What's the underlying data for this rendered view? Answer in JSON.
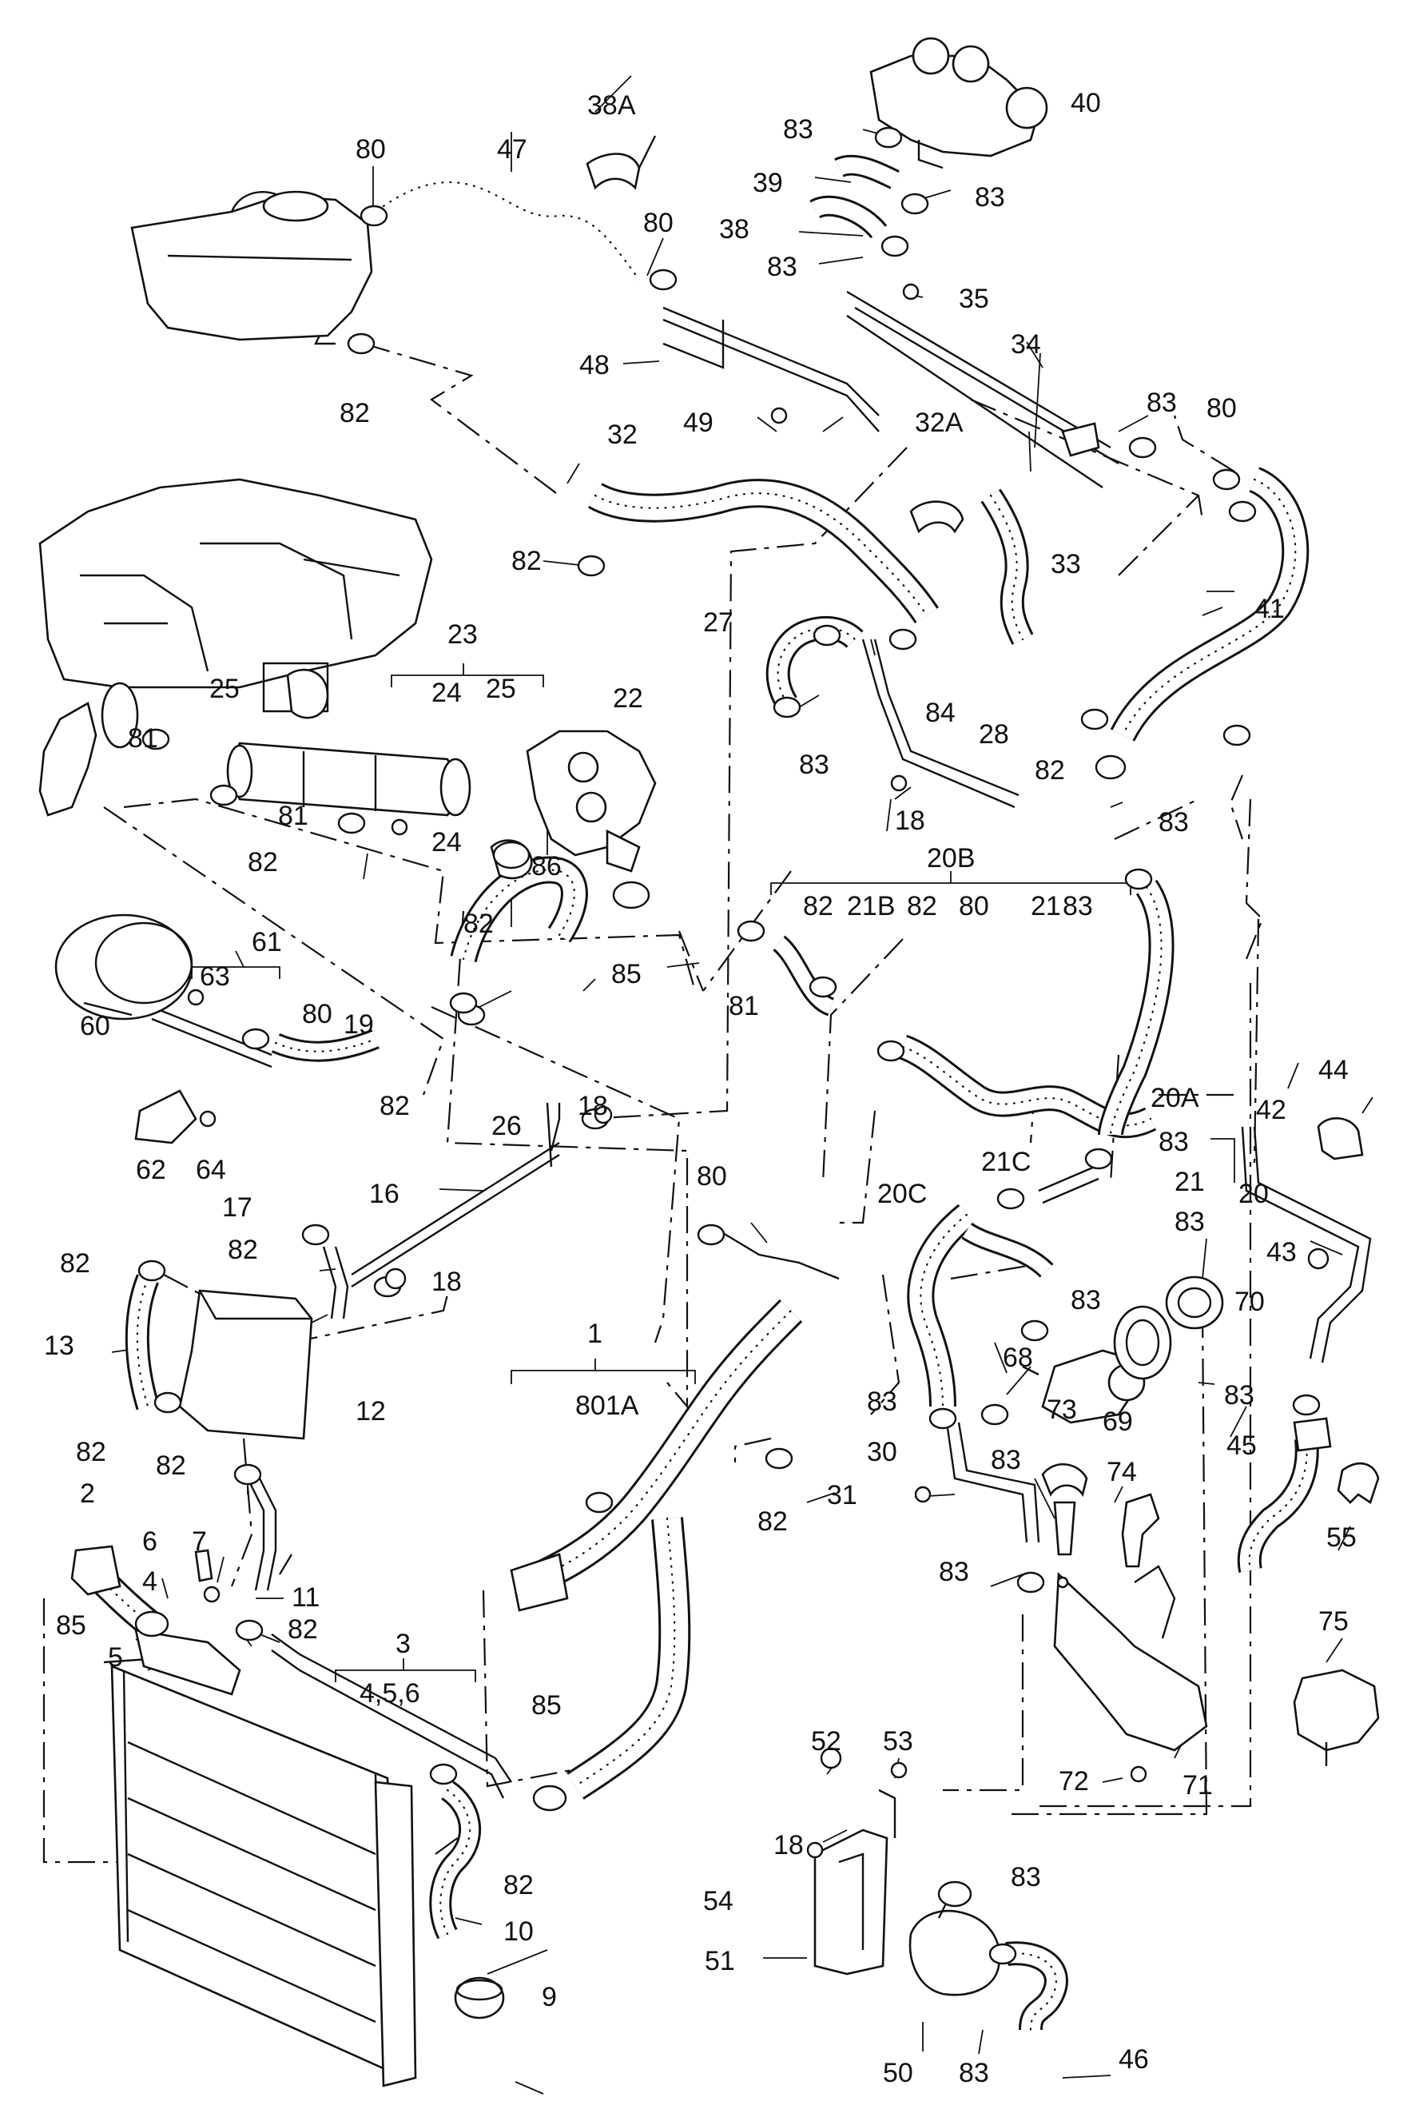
{
  "labels": {
    "p80a": "80",
    "p47": "47",
    "p38a": "38A",
    "p83a": "83",
    "p40": "40",
    "p39": "39",
    "p83b": "83",
    "p38": "38",
    "p80b": "80",
    "p83c": "83",
    "p35": "35",
    "p48": "48",
    "p34": "34",
    "p82a": "82",
    "p49": "49",
    "p83d": "83",
    "p80c": "80",
    "p32": "32",
    "p32a": "32A",
    "p82b": "82",
    "p33": "33",
    "p41": "41",
    "p27": "27",
    "p84": "84",
    "p23": "23",
    "p24a": "24",
    "p25a": "25",
    "p22": "22",
    "p25b": "25",
    "p83e": "83",
    "p28": "28",
    "p82c": "82",
    "p81a": "81",
    "p82d": "82",
    "p18a": "18",
    "p81b": "81",
    "p24b": "24",
    "p86": "86",
    "p83f": "83",
    "p20b": "20B",
    "p61": "61",
    "p82e": "82",
    "p85a": "85",
    "p82f": "82",
    "p21b": "21B",
    "p82g": "82",
    "p80d": "80",
    "p21": "21",
    "p83g": "83",
    "p63": "63",
    "p81c": "81",
    "p80e": "80",
    "p19": "19",
    "p60": "60",
    "p82h": "82",
    "p26": "26",
    "p18b": "18",
    "p20a": "20A",
    "p44": "44",
    "p42": "42",
    "p62": "62",
    "p64": "64",
    "p21c": "21C",
    "p83h": "83",
    "p21d": "21",
    "p16": "16",
    "p17": "17",
    "p20c": "20C",
    "p20": "20",
    "p82i": "82",
    "p80f": "80",
    "p83i": "83",
    "p18c": "18",
    "p43": "43",
    "p82j": "82",
    "p70": "70",
    "p83j": "83",
    "p1": "1",
    "p13": "13",
    "p801a": "801A",
    "p12": "12",
    "p68": "68",
    "p83k": "83",
    "p82k": "82",
    "p83l": "83",
    "p69": "69",
    "p45": "45",
    "p82l": "82",
    "p30": "30",
    "p83m": "83",
    "p73": "73",
    "p2": "2",
    "p31": "31",
    "p82m": "82",
    "p74": "74",
    "p55": "55",
    "p6": "6",
    "p7": "7",
    "p83n": "83",
    "p11": "11",
    "p4": "4",
    "p85b": "85",
    "p82n": "82",
    "p75": "75",
    "p3": "3",
    "p5": "5",
    "p456": "4,5,6",
    "p85c": "85",
    "p52": "52",
    "p53": "53",
    "p72": "72",
    "p71": "71",
    "p18d": "18",
    "p83o": "83",
    "p54": "54",
    "p82o": "82",
    "p10": "10",
    "p51": "51",
    "p9": "9",
    "p50": "50",
    "p83p": "83",
    "p46": "46"
  }
}
